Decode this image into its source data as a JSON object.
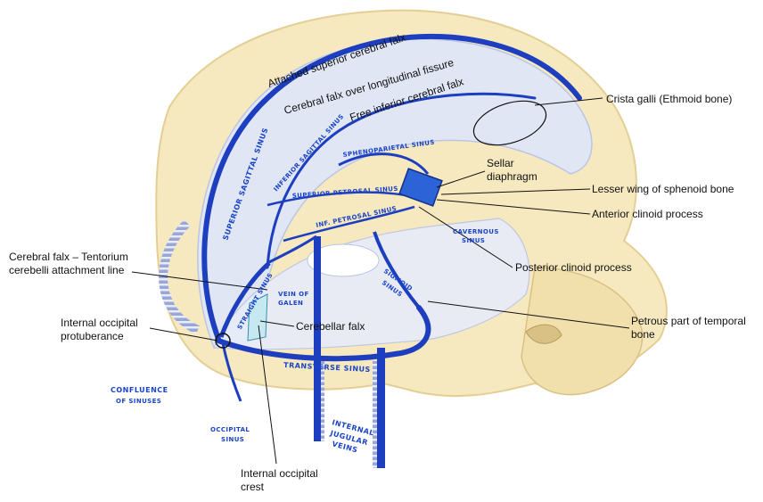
{
  "labels": {
    "attached_falx": "Attached superior cerebral falx",
    "falx_fissure": "Cerebral falx over longitudinal fissure",
    "free_falx": "Free inferior cerebral falx",
    "crista_galli": "Crista galli (Ethmoid bone)",
    "sellar_1": "Sellar",
    "sellar_2": "diaphragm",
    "lesser_wing": "Lesser wing of sphenoid bone",
    "anterior_clinoid": "Anterior clinoid process",
    "posterior_clinoid": "Posterior clinoid process",
    "falx_tent_1": "Cerebral falx – Tentorium",
    "falx_tent_2": "cerebelli attachment line",
    "occ_prot_1": "Internal occipital",
    "occ_prot_2": "protuberance",
    "cerebellar_falx": "Cerebellar falx",
    "petrous_1": "Petrous part of temporal",
    "petrous_2": "bone",
    "occ_crest_1": "Internal occipital",
    "occ_crest_2": "crest"
  },
  "sinus_labels": {
    "superior_sagittal": "SUPERIOR SAGITTAL SINUS",
    "inferior_sagittal": "INFERIOR SAGITTAL SINUS",
    "sphenoparietal": "SPHENOPARIETAL SINUS",
    "superior_petrosal": "SUPERIOR PETROSAL SINUS",
    "inferior_petrosal": "INF. PETROSAL SINUS",
    "cavernous_1": "CAVERNOUS",
    "cavernous_2": "SINUS",
    "straight": "STRAIGHT SINUS",
    "vein_galen_1": "VEIN OF",
    "vein_galen_2": "GALEN",
    "sigmoid_1": "SIGMOID",
    "sigmoid_2": "SINUS",
    "transverse": "TRANSVERSE SINUS",
    "confluence_1": "CONFLUENCE",
    "confluence_2": "OF SINUSES",
    "occipital_1": "OCCIPITAL",
    "occipital_2": "SINUS",
    "jugular_1": "INTERNAL",
    "jugular_2": "JUGULAR",
    "jugular_3": "VEINS"
  },
  "colors": {
    "bone": "#f6e9bf",
    "bone_edge": "#e3cf94",
    "dura": "#dfe6f7",
    "sinus": "#1d3fbf",
    "sinus_light": "#8f9fd6"
  }
}
